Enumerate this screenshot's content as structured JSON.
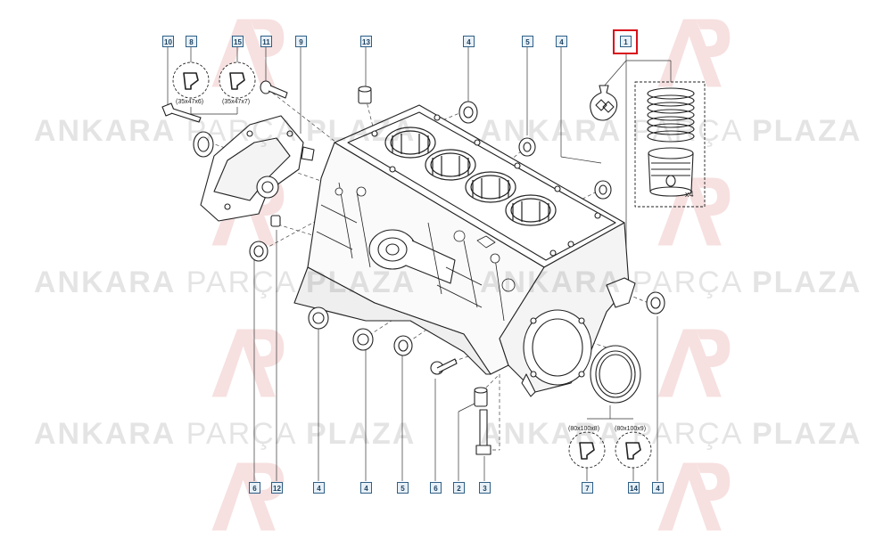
{
  "watermark": {
    "part1": "ANKARA",
    "part2": "PARÇA",
    "part3": "PLAZA",
    "logo_color": "#c4161c"
  },
  "selected_callout": "1",
  "callouts": {
    "top": [
      "10",
      "8",
      "15",
      "11",
      "9",
      "13",
      "4",
      "5",
      "4",
      "1"
    ],
    "bottom": [
      "6",
      "12",
      "4",
      "4",
      "5",
      "6",
      "2",
      "3",
      "7",
      "14",
      "4"
    ]
  },
  "dimensions": {
    "seal_a": "(35x47x6)",
    "seal_b": "(35x47x7)",
    "seal_c": "(80x100x8)",
    "seal_d": "(80x100x9)"
  },
  "quantity": "x4",
  "colors": {
    "highlight": "#d9101a",
    "callout_border": "#2f5f86",
    "callout_fill": "#e7f0f7"
  }
}
